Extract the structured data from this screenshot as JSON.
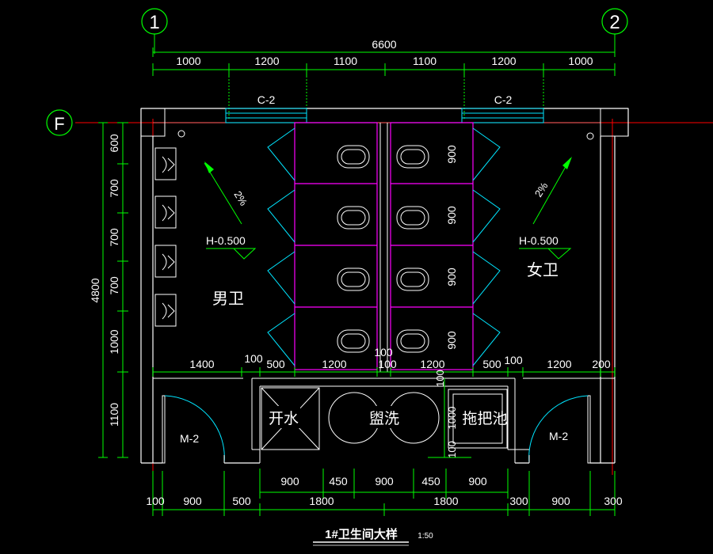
{
  "colors": {
    "background": "#000000",
    "wall": "#ffffff",
    "dimension": "#00ff00",
    "axis_line": "#ff0000",
    "fixture": "#ffffff",
    "door": "#00e5ff",
    "partition": "#ff00ff",
    "text": "#ffffff"
  },
  "axes": {
    "col_1": "1",
    "col_2": "2",
    "row_f": "F"
  },
  "dims_top": {
    "overall": "6600",
    "segments": [
      "1000",
      "1200",
      "1100",
      "1100",
      "1200",
      "1000"
    ]
  },
  "windows": {
    "left": "C-2",
    "right": "C-2"
  },
  "dims_left": {
    "overall": "4800",
    "segments": [
      "600",
      "700",
      "700",
      "700",
      "1000",
      "1100"
    ]
  },
  "dims_stall": [
    "900",
    "900",
    "900",
    "900"
  ],
  "dims_mid": {
    "left": [
      "1400",
      "100",
      "500",
      "1200"
    ],
    "center": [
      "100",
      "100",
      "1200"
    ],
    "right": [
      "500",
      "100",
      "1200",
      "200"
    ],
    "sink_vert": [
      "100",
      "1000",
      "100"
    ]
  },
  "dims_bottom_row1": [
    "900",
    "450",
    "900",
    "450",
    "900"
  ],
  "dims_bottom_row2": [
    "100",
    "900",
    "500",
    "1800",
    "1800",
    "300",
    "900",
    "300"
  ],
  "rooms": {
    "male": "男卫",
    "female": "女卫",
    "boiler": "开水",
    "washbasin": "盥洗",
    "mop_pool": "拖把池"
  },
  "slopes": {
    "left": "2%",
    "right": "2%"
  },
  "elevations": {
    "left": "H-0.500",
    "right": "H-0.500"
  },
  "doors": {
    "left": "M-2",
    "right": "M-2"
  },
  "title": {
    "main": "1#卫生间大样",
    "scale": "1:50"
  }
}
